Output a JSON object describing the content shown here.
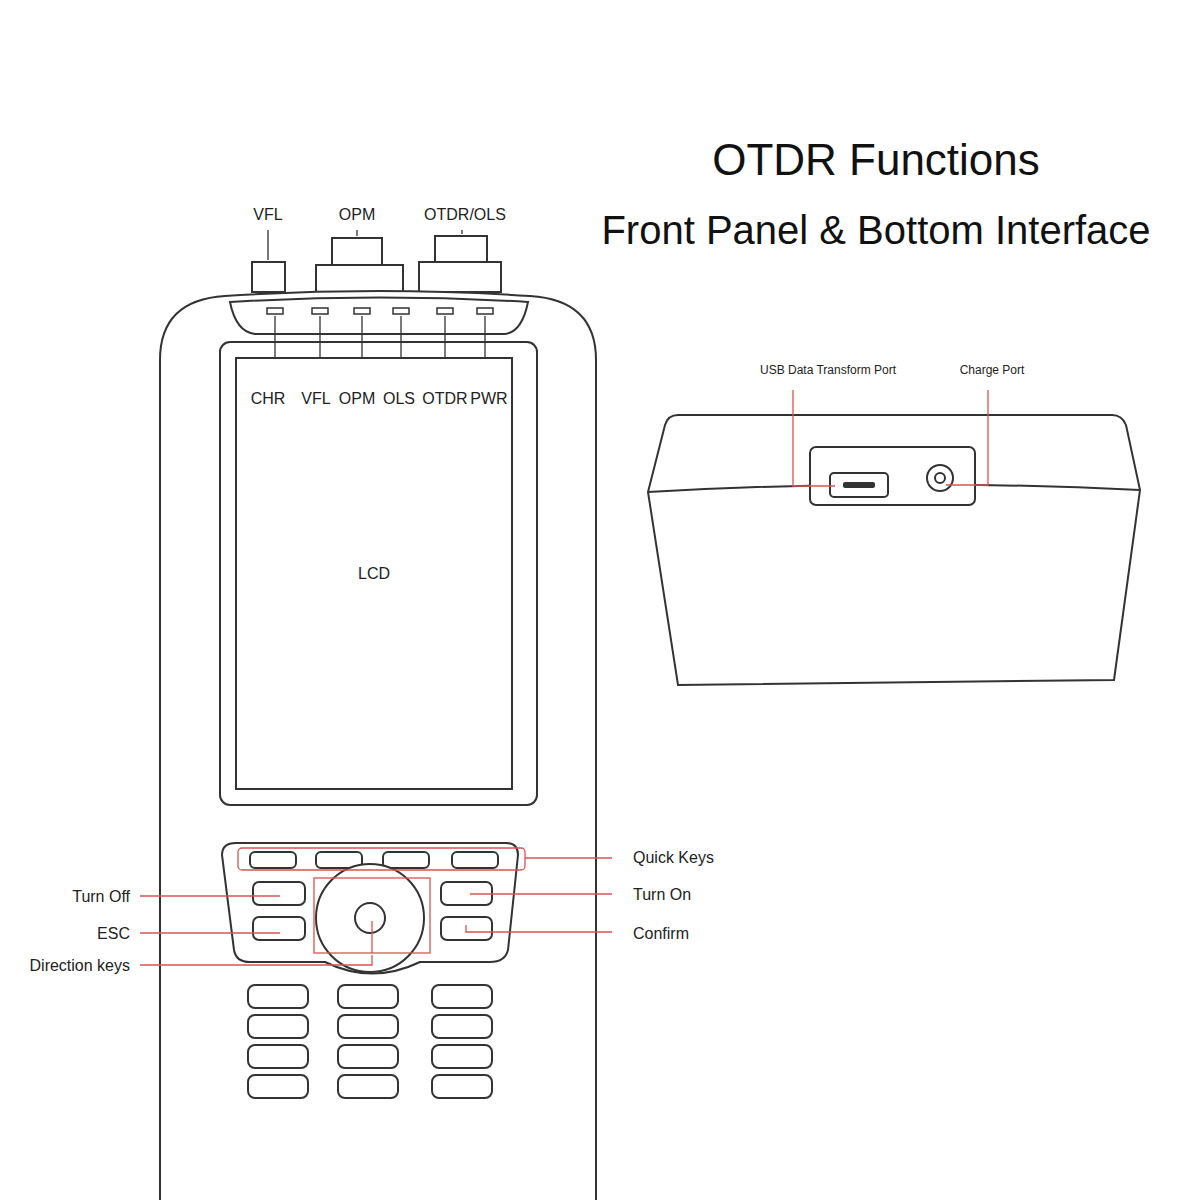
{
  "diagram": {
    "title": "OTDR Functions",
    "nodes": [
      {
        "text": [
          "LCD"
        ]
      }
    ],
    "labels": [
      "Front Panel & Bottom Interface",
      "VFL",
      "OPM",
      "OTDR/OLS",
      "CHR",
      "VFL",
      "OPM",
      "OLS",
      "OTDR",
      "PWR",
      "Quick Keys",
      "Turn Off",
      "Turn On",
      "ESC",
      "Confirm",
      "Direction keys",
      "USB Data Transform Port",
      "Charge Port"
    ]
  }
}
